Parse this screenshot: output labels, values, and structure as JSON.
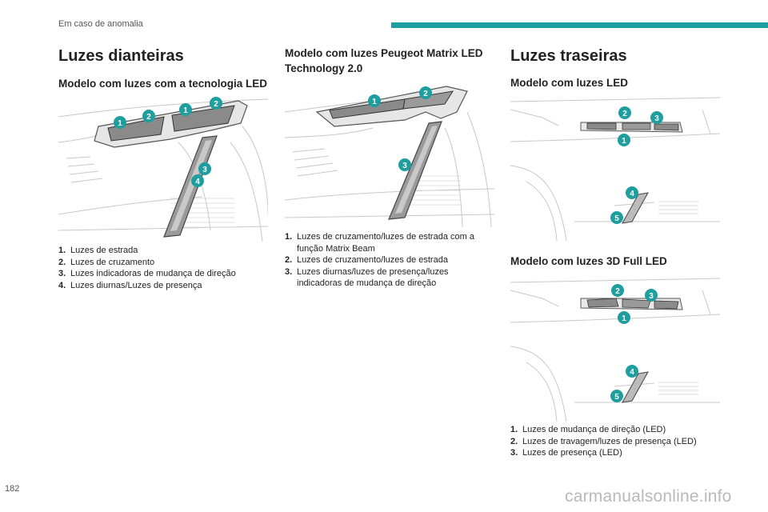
{
  "header": {
    "section": "Em caso de anomalia",
    "accent_color": "#1f9ea0"
  },
  "page_number": "182",
  "watermark": "carmanualsonline.info",
  "column1": {
    "title": "Luzes dianteiras",
    "subtitle": "Modelo com luzes com a tecnologia LED",
    "figure_markers": [
      "1",
      "2",
      "1",
      "2",
      "3",
      "4"
    ],
    "legend": [
      {
        "num": "1.",
        "text": "Luzes de estrada"
      },
      {
        "num": "2.",
        "text": "Luzes de cruzamento"
      },
      {
        "num": "3.",
        "text": "Luzes indicadoras de mudança de direção"
      },
      {
        "num": "4.",
        "text": "Luzes diurnas/Luzes de presença"
      }
    ]
  },
  "column2": {
    "subtitle_line1": "Modelo com luzes Peugeot Matrix LED",
    "subtitle_line2": "Technology 2.0",
    "figure_markers": [
      "1",
      "2",
      "3"
    ],
    "legend": [
      {
        "num": "1.",
        "text": "Luzes de cruzamento/luzes de estrada com a função Matrix Beam"
      },
      {
        "num": "2.",
        "text": "Luzes de cruzamento/luzes de estrada"
      },
      {
        "num": "3.",
        "text": "Luzes diurnas/luzes de presença/luzes indicadoras de mudança de direção"
      }
    ]
  },
  "column3": {
    "title": "Luzes traseiras",
    "subtitle_a": "Modelo com luzes LED",
    "figure_a_markers": [
      "2",
      "3",
      "1",
      "4",
      "5"
    ],
    "subtitle_b": "Modelo com luzes 3D Full LED",
    "figure_b_markers": [
      "2",
      "3",
      "1",
      "4",
      "5"
    ],
    "legend": [
      {
        "num": "1.",
        "text": "Luzes de mudança de direção (LED)"
      },
      {
        "num": "2.",
        "text": "Luzes de travagem/luzes de presença (LED)"
      },
      {
        "num": "3.",
        "text": "Luzes de presença (LED)"
      }
    ]
  }
}
